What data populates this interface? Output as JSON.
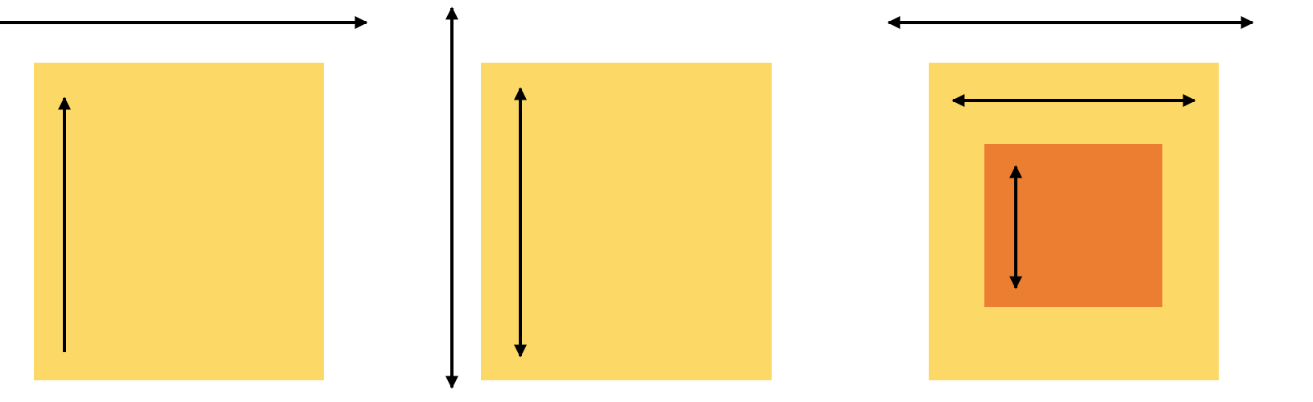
{
  "colors": {
    "background": "#ffffff",
    "panel_fill": "#FCD867",
    "inner_fill": "#EC7E31",
    "arrow_stroke": "#000000"
  },
  "diagram": {
    "panels": [
      {
        "name": "panel-1",
        "outer_arrow": {
          "direction": "right",
          "heads": "end"
        },
        "inner_arrows": [
          {
            "direction": "up",
            "heads": "end"
          }
        ]
      },
      {
        "name": "panel-2",
        "outer_arrow": {
          "direction": "vertical",
          "heads": "both"
        },
        "inner_arrows": [
          {
            "direction": "vertical",
            "heads": "both"
          }
        ]
      },
      {
        "name": "panel-3",
        "outer_arrow": {
          "direction": "horizontal",
          "heads": "both"
        },
        "inner_arrows": [
          {
            "direction": "horizontal",
            "heads": "both"
          },
          {
            "direction": "vertical",
            "heads": "both"
          }
        ],
        "has_inner_box": true
      }
    ]
  }
}
